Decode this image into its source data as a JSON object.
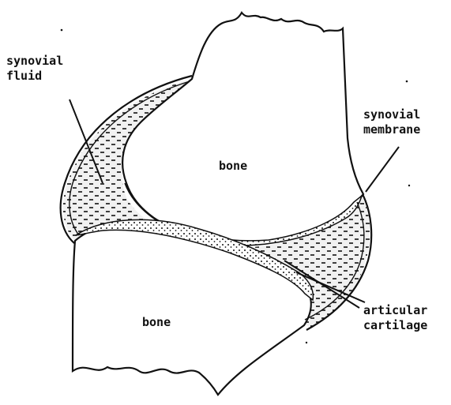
{
  "labels": {
    "synovial_fluid": [
      "synovial",
      "fluid"
    ],
    "synovial_membrane": [
      "synovial",
      "membrane"
    ],
    "bone_upper": "bone",
    "bone_lower": "bone",
    "articular_cartilage": [
      "articular",
      "cartilage"
    ]
  },
  "colors": {
    "ink": "#111111",
    "background": "#ffffff",
    "fluid_fill": "#e9e9e9"
  }
}
